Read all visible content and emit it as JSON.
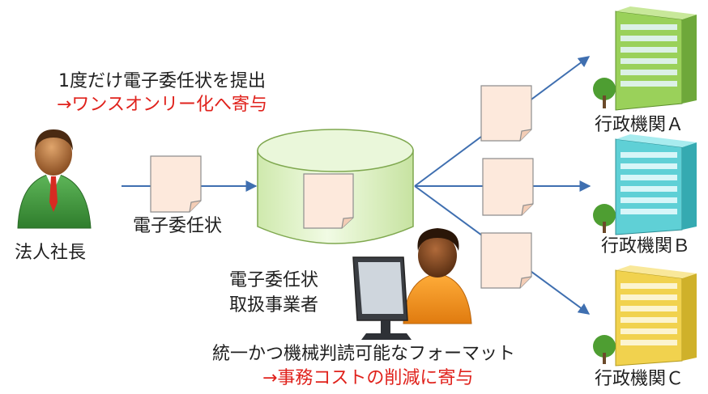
{
  "colors": {
    "arrow": "#3f6fb0",
    "accent_red": "#e0221c",
    "text": "#1f1f1f",
    "document_fill": "#fde9dc",
    "database_fill": "#e2f5c9",
    "database_stroke": "#7fa84f",
    "building_a": "#9ad15a",
    "building_b": "#5fd0d6",
    "building_c": "#f1d24e"
  },
  "top_note": {
    "line1": "1度だけ電子委任状を提出",
    "line2": "→ワンスオンリー化へ寄与"
  },
  "president": {
    "label": "法人社長",
    "icon": "businessman-icon"
  },
  "document_label": "電子委任状",
  "operator": {
    "label_line1": "電子委任状",
    "label_line2": "取扱事業者",
    "icon": "operator-at-computer-icon"
  },
  "bottom_note": {
    "line1": "統一かつ機械判読可能なフォーマット",
    "line2": "→事務コストの削減に寄与"
  },
  "agencies": [
    {
      "label": "行政機関Ａ",
      "icon": "office-building-icon"
    },
    {
      "label": "行政機関Ｂ",
      "icon": "office-building-icon"
    },
    {
      "label": "行政機関Ｃ",
      "icon": "office-building-icon"
    }
  ]
}
